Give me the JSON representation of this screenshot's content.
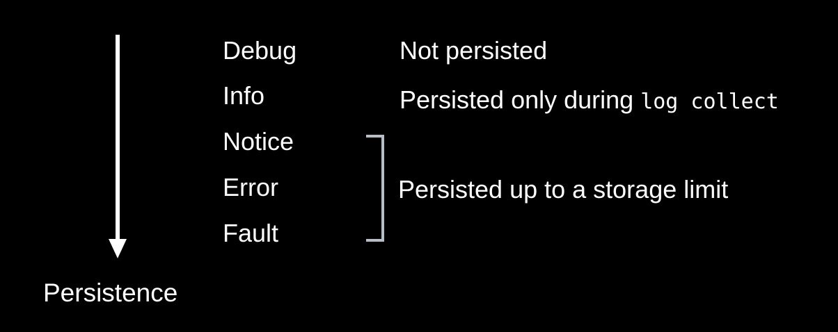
{
  "axis": {
    "label": "Persistence"
  },
  "levels": [
    "Debug",
    "Info",
    "Notice",
    "Error",
    "Fault"
  ],
  "descriptions": {
    "debug": "Not persisted",
    "info_prefix": "Persisted only during ",
    "info_command": "log collect",
    "grouped": "Persisted up to a storage limit"
  },
  "colors": {
    "background": "#000000",
    "text": "#ffffff",
    "bracket": "#b8bec6"
  }
}
